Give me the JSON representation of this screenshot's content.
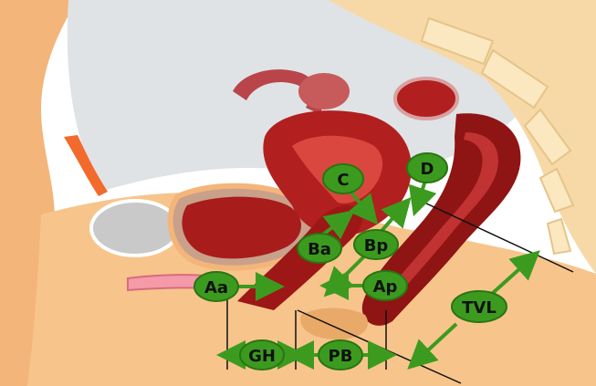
{
  "labels": {
    "c": "C",
    "d": "D",
    "ba": "Ba",
    "bp": "Bp",
    "aa": "Aa",
    "ap": "Ap",
    "tvl": "TVL",
    "gh": "GH",
    "pb": "PB"
  },
  "colors": {
    "skin": "#f7c58b",
    "skin_dark": "#e9a968",
    "cavity": "#dfe3e6",
    "organ": "#b21f1f",
    "organ_dark": "#7e1111",
    "organ_light": "#d9473f",
    "bladder": "#c9c9c9",
    "spine": "#fbe8c0",
    "marker": "#3c9b1f",
    "marker_edge": "#2a7512",
    "line": "#111111"
  }
}
